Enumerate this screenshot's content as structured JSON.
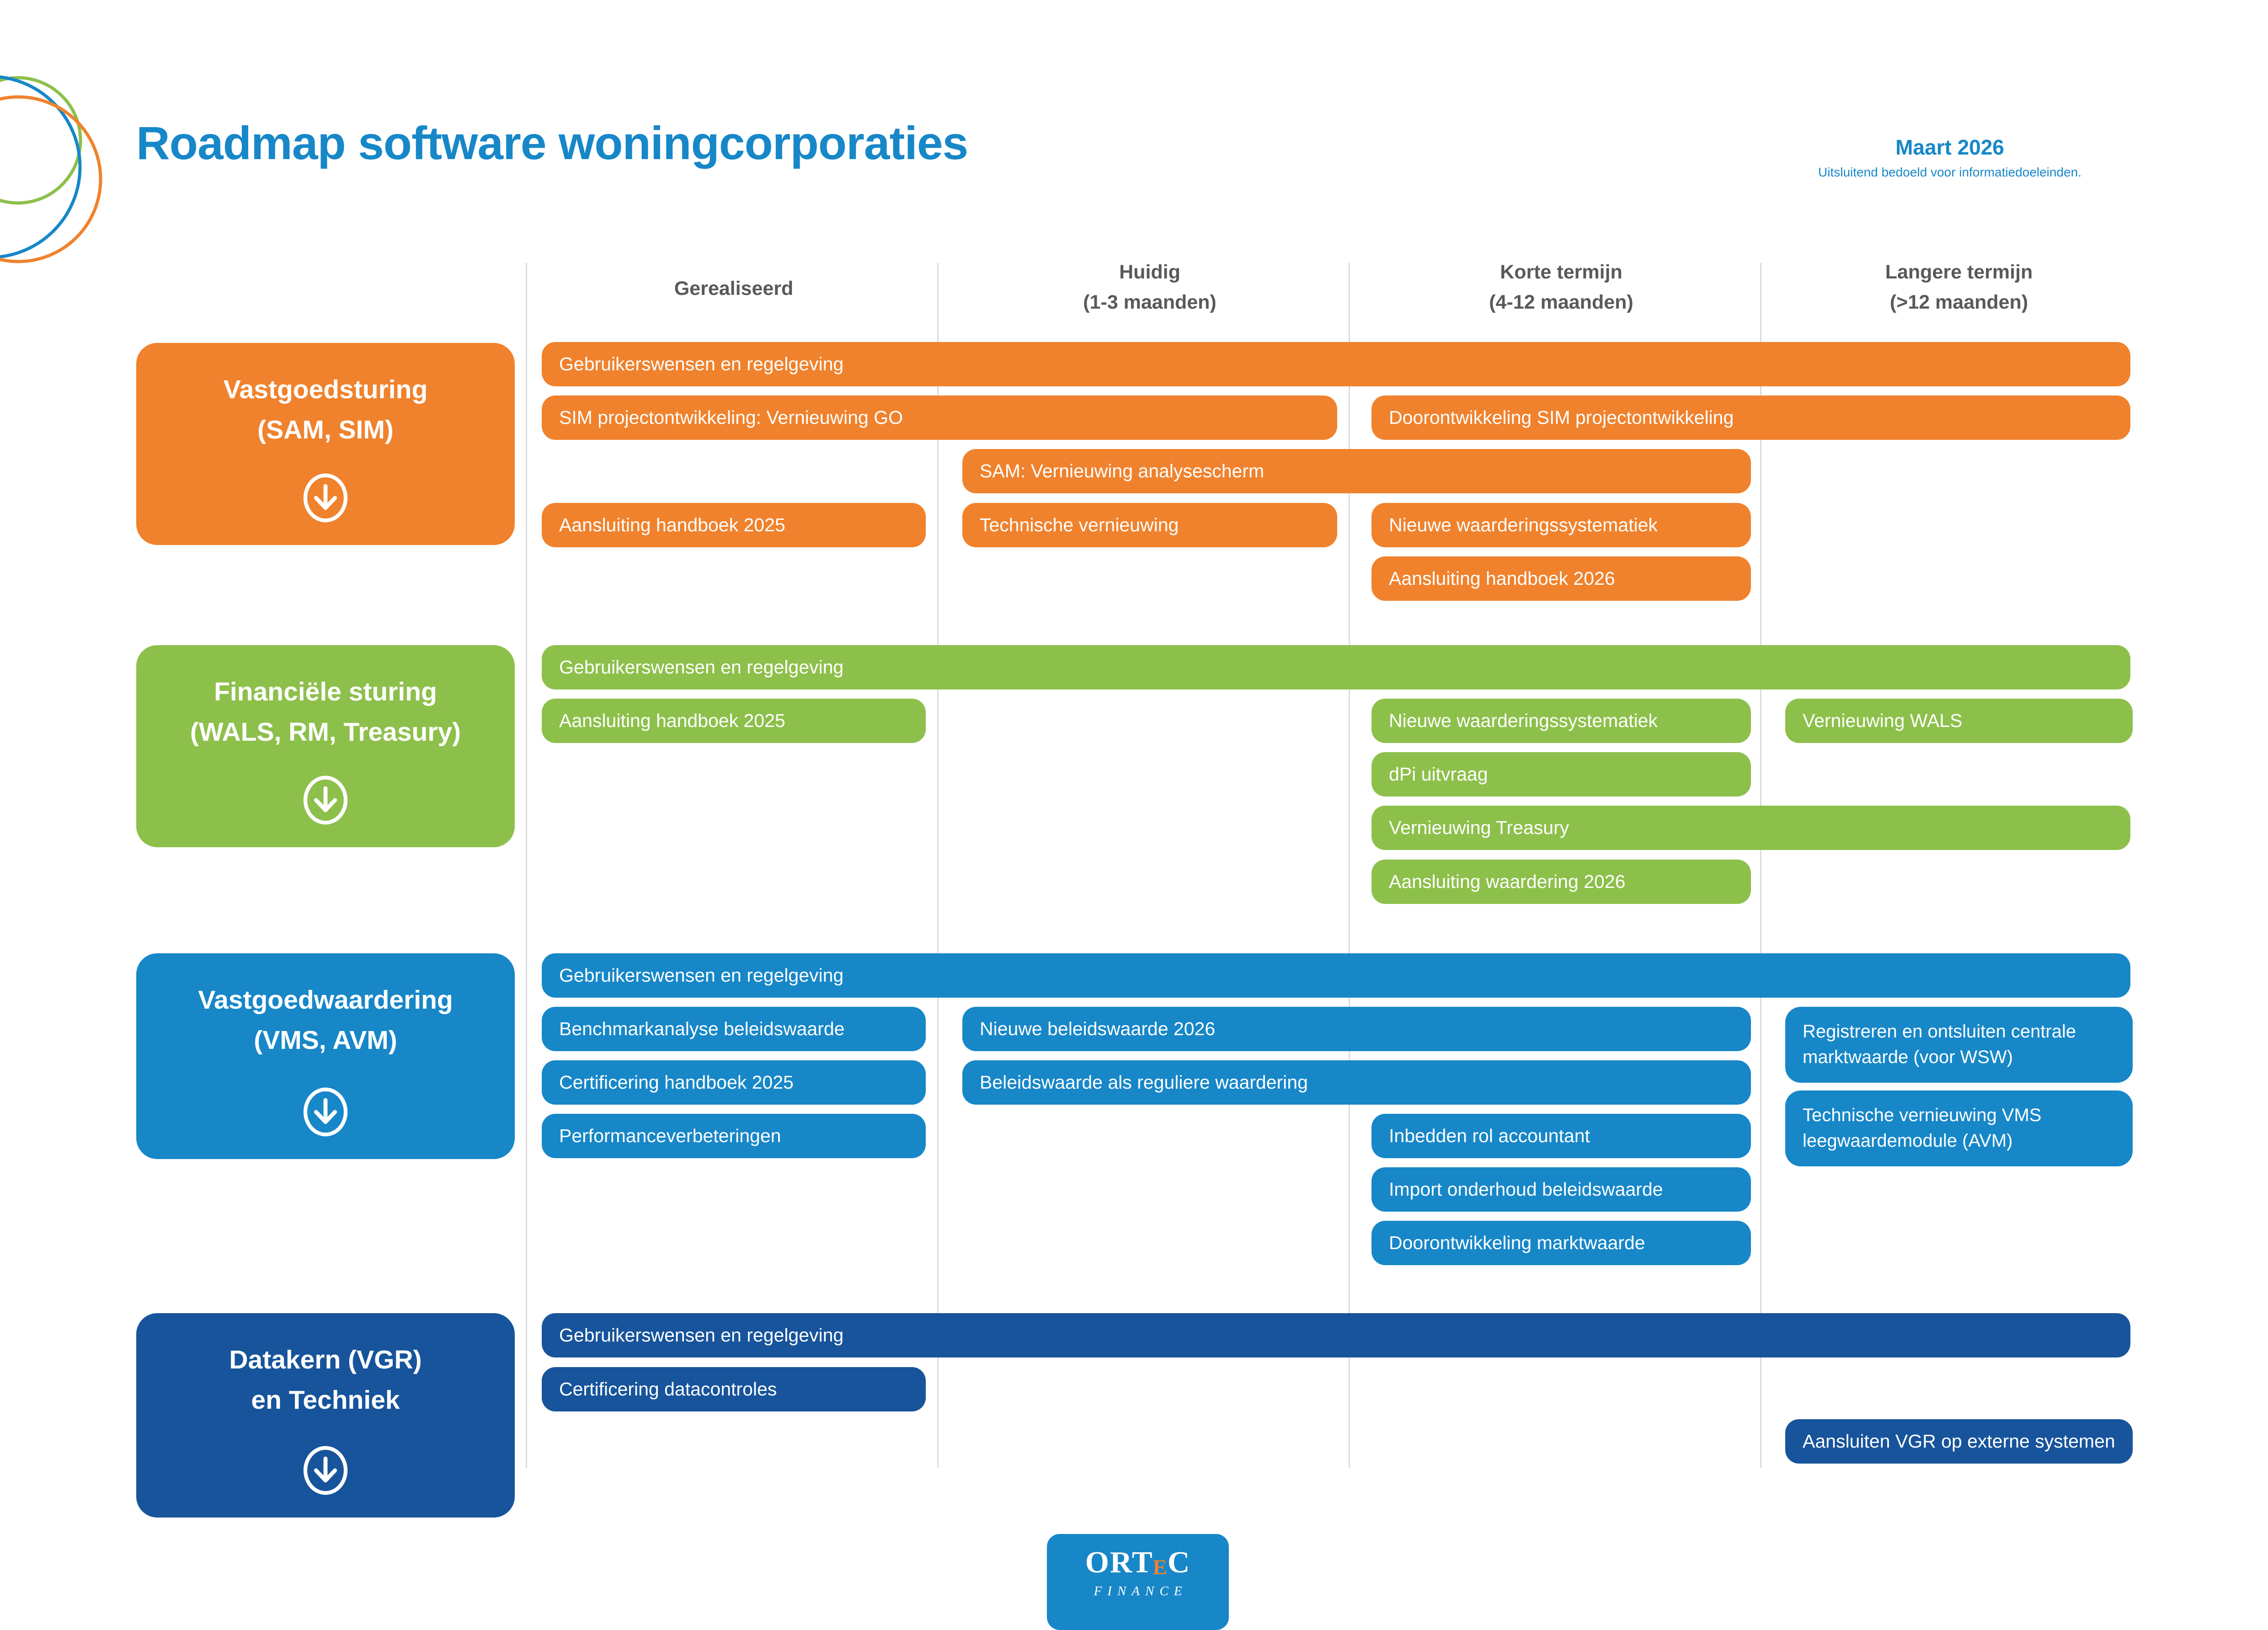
{
  "header": {
    "title": "Roadmap software woningcorporaties",
    "date": "Maart 2026",
    "disclaimer": "Uitsluitend bedoeld voor informatiedoeleinden."
  },
  "columns": [
    {
      "label": "Gerealiseerd",
      "sublabel": ""
    },
    {
      "label": "Huidig",
      "sublabel": "(1-3 maanden)"
    },
    {
      "label": "Korte termijn",
      "sublabel": "(4-12 maanden)"
    },
    {
      "label": "Langere termijn",
      "sublabel": "(>12 maanden)"
    }
  ],
  "rows": [
    {
      "title": "Vastgoedsturing",
      "subtitle": "(SAM, SIM)",
      "color": "#F0822D",
      "bars": [
        {
          "label": "Gebruikerswensen en regelgeving"
        },
        {
          "label": "SIM projectontwikkeling: Vernieuwing GO"
        },
        {
          "label": "Doorontwikkeling SIM projectontwikkeling"
        },
        {
          "label": "SAM: Vernieuwing analysescherm"
        },
        {
          "label": "Aansluiting handboek 2025"
        },
        {
          "label": "Technische vernieuwing"
        },
        {
          "label": "Nieuwe waarderingssystematiek"
        },
        {
          "label": "Aansluiting handboek 2026"
        }
      ]
    },
    {
      "title": "Financiële sturing",
      "subtitle": "(WALS, RM, Treasury)",
      "color": "#8DC04B",
      "bars": [
        {
          "label": "Gebruikerswensen en regelgeving"
        },
        {
          "label": "Aansluiting handboek 2025"
        },
        {
          "label": "Nieuwe waarderingssystematiek"
        },
        {
          "label": "Vernieuwing WALS"
        },
        {
          "label": "dPi uitvraag"
        },
        {
          "label": "Vernieuwing Treasury"
        },
        {
          "label": "Aansluiting waardering 2026"
        }
      ]
    },
    {
      "title": "Vastgoedwaardering",
      "subtitle": "(VMS, AVM)",
      "color": "#1787C8",
      "bars": [
        {
          "label": "Gebruikerswensen en regelgeving"
        },
        {
          "label": "Benchmarkanalyse beleidswaarde"
        },
        {
          "label": "Nieuwe beleidswaarde 2026"
        },
        {
          "label": "Registreren en ontsluiten centrale marktwaarde (voor WSW)"
        },
        {
          "label": "Certificering handboek 2025"
        },
        {
          "label": "Beleidswaarde als reguliere waardering"
        },
        {
          "label": "Technische vernieuwing VMS leegwaardemodule (AVM)"
        },
        {
          "label": "Performanceverbeteringen"
        },
        {
          "label": "Inbedden rol accountant"
        },
        {
          "label": "Import onderhoud beleidswaarde"
        },
        {
          "label": "Doorontwikkeling marktwaarde"
        }
      ]
    },
    {
      "title": "Datakern (VGR)",
      "subtitle": "en Techniek",
      "color": "#17549B",
      "bars": [
        {
          "label": "Gebruikerswensen en regelgeving"
        },
        {
          "label": "Certificering datacontroles"
        },
        {
          "label": "Aansluiten VGR op externe systemen"
        }
      ]
    }
  ],
  "logo": {
    "brand_part1": "ORT",
    "brand_part2": "E",
    "brand_part3": "C",
    "subbrand": "FINANCE"
  },
  "colors": {
    "orange": "#F0822D",
    "green": "#8DC04B",
    "blue": "#1787C8",
    "dark_blue": "#17549B",
    "heading_gray": "#58595B",
    "divider_gray": "#DBDBDB",
    "accent_blue": "#1787C8"
  }
}
